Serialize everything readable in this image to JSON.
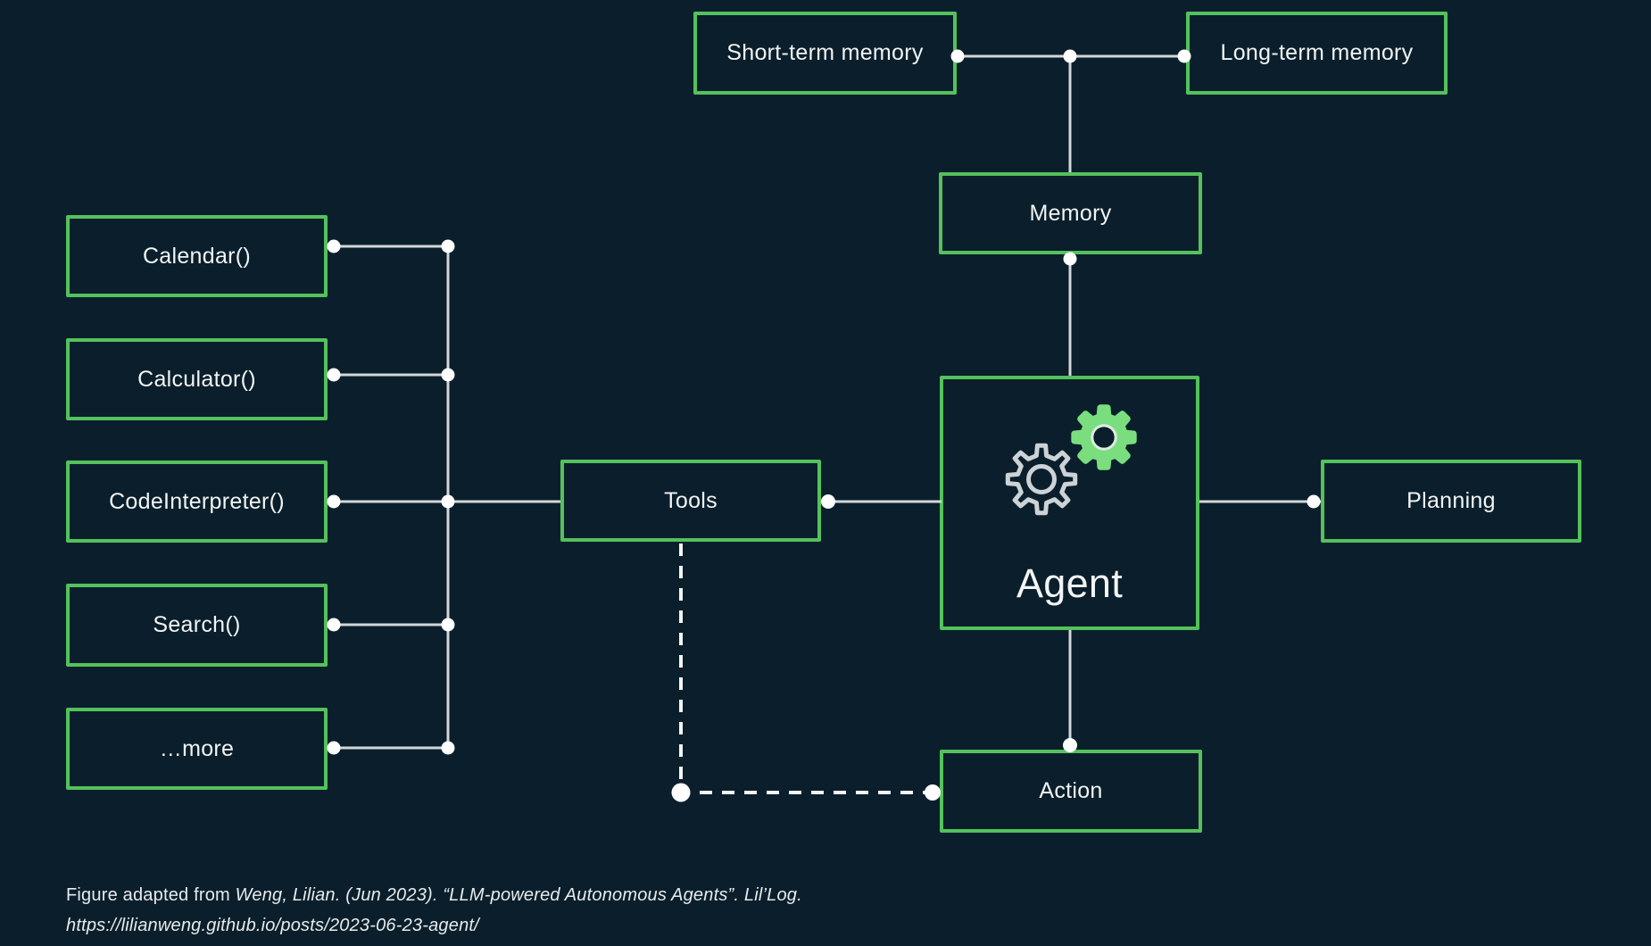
{
  "figure": {
    "type": "diagram",
    "subject": "LLM-powered autonomous agent architecture"
  },
  "nodes": {
    "short_term_memory": {
      "label": "Short-term memory"
    },
    "long_term_memory": {
      "label": "Long-term memory"
    },
    "memory": {
      "label": "Memory"
    },
    "agent": {
      "label": "Agent"
    },
    "tools": {
      "label": "Tools"
    },
    "planning": {
      "label": "Planning"
    },
    "action": {
      "label": "Action"
    },
    "tool_list": [
      {
        "label": "Calendar()"
      },
      {
        "label": "Calculator()"
      },
      {
        "label": "CodeInterpreter()"
      },
      {
        "label": "Search()"
      },
      {
        "label": "…more"
      }
    ]
  },
  "icons": {
    "agent_gears": [
      "gear-outline-icon",
      "gear-filled-icon"
    ]
  },
  "caption": {
    "prefix": "Figure adapted from ",
    "citation": "Weng, Lilian. (Jun 2023). “LLM-powered Autonomous Agents”. Lil’Log.",
    "url": "https://lilianweng.github.io/posts/2023-06-23-agent/"
  },
  "colors": {
    "background": "#0a1f2b",
    "box_border_green": "#54c15c",
    "gear_green": "#7ade7e",
    "connector_line": "#d3d7d9",
    "connector_dot": "#ffffff",
    "text": "#f2f4f5"
  }
}
